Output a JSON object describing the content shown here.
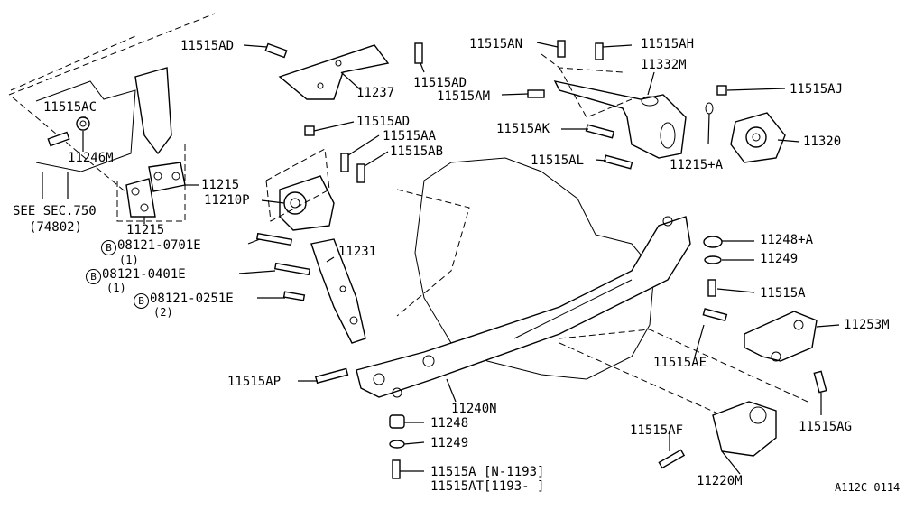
{
  "labels": {
    "p11515AD_top": "11515AD",
    "p11237": "11237",
    "p11515AD_r": "11515AD",
    "p11515AN": "11515AN",
    "p11515AH": "11515AH",
    "p11332M": "11332M",
    "p11515AM": "11515AM",
    "p11515AJ": "11515AJ",
    "p11515AC": "11515AC",
    "p11246M": "11246M",
    "p11515AD_mid": "11515AD",
    "p11515AA": "11515AA",
    "p11515AB": "11515AB",
    "p11515AK": "11515AK",
    "p11320": "11320",
    "p11515AL": "11515AL",
    "p11215_A": "11215+A",
    "p11215_a": "11215",
    "p11210P": "11210P",
    "see_sec": "SEE SEC.750",
    "see_sec_num": "(74802)",
    "p11215_b": "11215",
    "bolt1": "08121-0701E",
    "bolt1_qty": "(1)",
    "bolt2": "08121-0401E",
    "bolt2_qty": "(1)",
    "bolt3": "08121-0251E",
    "bolt3_qty": "(2)",
    "bolt_prefix": "B",
    "p11231": "11231",
    "p11248_A": "11248+A",
    "p11249_r": "11249",
    "p11515A_r": "11515A",
    "p11253M": "11253M",
    "p11515AE": "11515AE",
    "p11515AP": "11515AP",
    "p11240N": "11240N",
    "p11248": "11248",
    "p11249": "11249",
    "p11515A_b": "11515A  [N-1193]",
    "p11515AT": "11515AT[1193-   ]",
    "p11515AF": "11515AF",
    "p11515AG": "11515AG",
    "p11220M": "11220M",
    "diagram_code": "A112C 0114"
  }
}
